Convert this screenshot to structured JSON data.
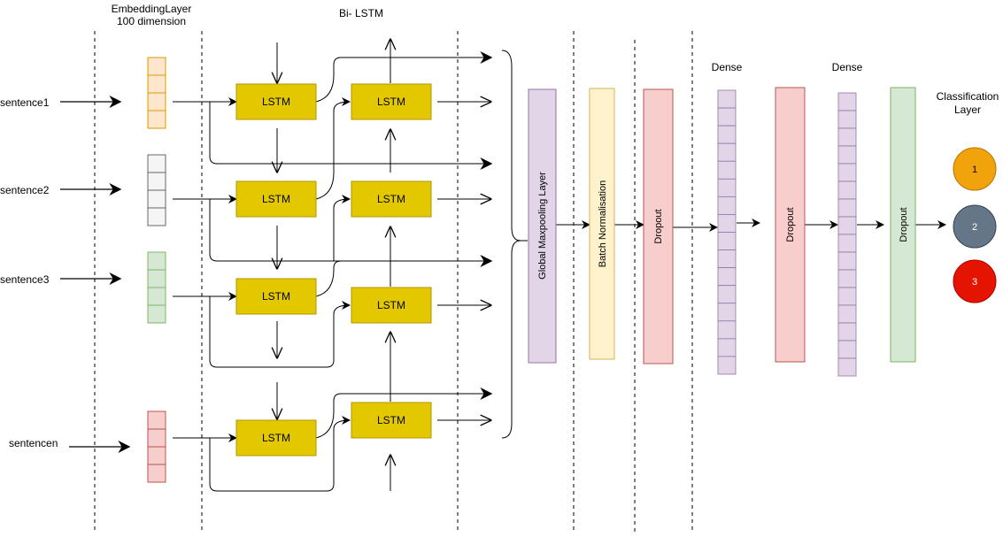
{
  "headers": {
    "embedding_line1": "EmbeddingLayer",
    "embedding_line2": "100 dimension",
    "bilstm": "Bi- LSTM",
    "dense1": "Dense",
    "dense2": "Dense",
    "classification_line1": "Classification",
    "classification_line2": "Layer"
  },
  "inputs": [
    "sentence1",
    "sentence2",
    "sentence3",
    "sentencen"
  ],
  "lstm_label": "LSTM",
  "layers": {
    "global_maxpool": "Global Maxpooling Layer",
    "batch_norm": "Batch Normalisation",
    "dropout1": "Dropout",
    "dropout2": "Dropout",
    "dropout3": "Dropout"
  },
  "classes": [
    "1",
    "2",
    "3"
  ],
  "colors": {
    "embedding": [
      {
        "fill": "#ffe6cc",
        "stroke": "#d79b00"
      },
      {
        "fill": "#f5f5f5",
        "stroke": "#666666"
      },
      {
        "fill": "#d5e8d4",
        "stroke": "#82b366"
      },
      {
        "fill": "#f8cecc",
        "stroke": "#b85450"
      }
    ],
    "lstm_fill": "#e3c800",
    "lstm_stroke": "#b09500",
    "maxpool_fill": "#e1d5e7",
    "maxpool_stroke": "#9673a6",
    "batchnorm_fill": "#fff2cc",
    "batchnorm_stroke": "#d6b656",
    "dropout_red_fill": "#f8cecc",
    "dropout_red_stroke": "#b85450",
    "dropout_green_fill": "#d5e8d4",
    "dropout_green_stroke": "#82b366",
    "dense_fill": "#e1d5e7",
    "dense_stroke": "#9673a6",
    "class_colors": [
      {
        "fill": "#f0a30a",
        "stroke": "#bd7000"
      },
      {
        "fill": "#647687",
        "stroke": "#314354"
      },
      {
        "fill": "#e51400",
        "stroke": "#b20000"
      }
    ]
  }
}
